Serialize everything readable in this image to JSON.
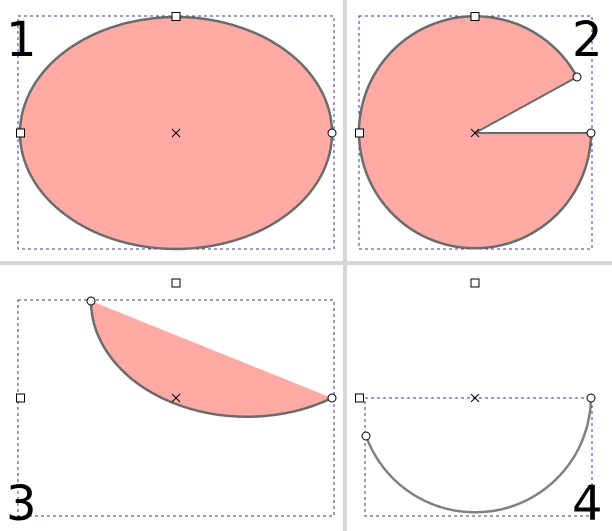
{
  "colors": {
    "background": "#ffffff",
    "divider": "#d6d6d6",
    "ellipse_fill": "#ffaaa5",
    "ellipse_stroke": "#6b6b6b",
    "bbox_dash": "#3a3a8c",
    "handle_stroke": "#000000",
    "handle_fill": "#ffffff",
    "arc_stroke": "#808080"
  },
  "panels": [
    {
      "number": "1",
      "shape": "full-ellipse"
    },
    {
      "number": "2",
      "shape": "pie-segment"
    },
    {
      "number": "3",
      "shape": "closed-chord"
    },
    {
      "number": "4",
      "shape": "open-arc"
    }
  ],
  "icons": {
    "corner_handle": "square-handle-icon",
    "endpoint_handle": "circle-handle-icon",
    "center_mark": "x-center-icon"
  }
}
